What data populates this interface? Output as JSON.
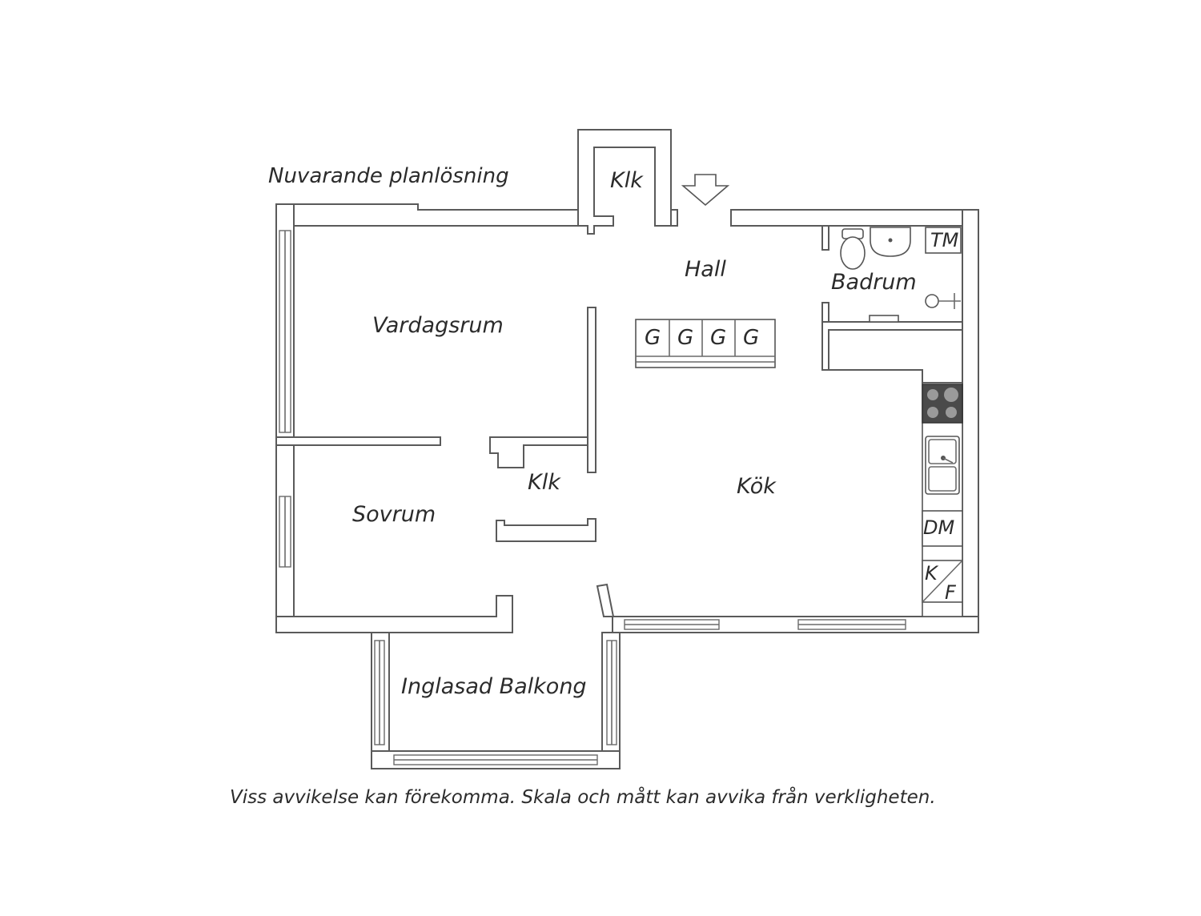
{
  "title": "Nuvarande planlösning",
  "rooms": {
    "closet_top": "Klk",
    "hall": "Hall",
    "bathroom": "Badrum",
    "living_room": "Vardagsrum",
    "closet_mid": "Klk",
    "kitchen": "Kök",
    "bedroom": "Sovrum",
    "balcony": "Inglasad Balkong"
  },
  "fixtures": {
    "laundry": "TM",
    "wardrobes": [
      "G",
      "G",
      "G",
      "G"
    ],
    "dishwasher": "DM",
    "fridge_k": "K",
    "fridge_f": "F"
  },
  "disclaimer": "Viss avvikelse kan förekomma. Skala och mått kan avvika från verkligheten."
}
